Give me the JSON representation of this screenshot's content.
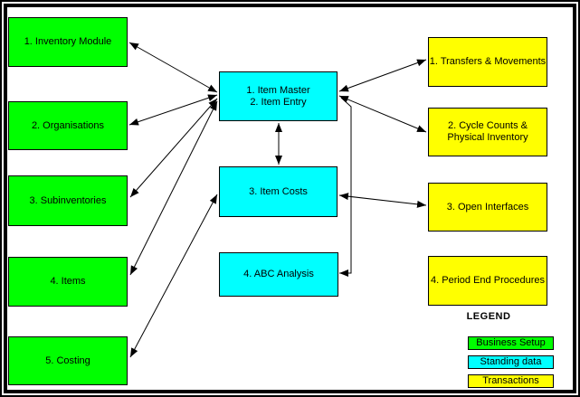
{
  "boxes": {
    "left": [
      {
        "label": "1. Inventory Module"
      },
      {
        "label": "2. Organisations"
      },
      {
        "label": "3. Subinventories"
      },
      {
        "label": "4. Items"
      },
      {
        "label": "5. Costing"
      }
    ],
    "middle": [
      {
        "line1": "1. Item Master",
        "line2": "2. Item Entry"
      },
      {
        "label": "3. Item Costs"
      },
      {
        "label": "4. ABC Analysis"
      }
    ],
    "right": [
      {
        "label": "1. Transfers & Movements"
      },
      {
        "line1": "2. Cycle Counts &",
        "line2": "Physical Inventory"
      },
      {
        "label": "3. Open Interfaces"
      },
      {
        "label": "4. Period End Procedures"
      }
    ]
  },
  "legend": {
    "title": "LEGEND",
    "items": [
      {
        "label": "Business Setup",
        "color": "#00ff00"
      },
      {
        "label": "Standing data",
        "color": "#00ffff"
      },
      {
        "label": "Transactions",
        "color": "#ffff00"
      }
    ]
  },
  "colors": {
    "business_setup": "#00ff00",
    "standing_data": "#00ffff",
    "transactions": "#ffff00",
    "line": "#000000",
    "background": "#ffffff"
  },
  "connections": [
    {
      "from": "1. Inventory Module",
      "to": "1. Item Master / 2. Item Entry",
      "type": "bidirectional"
    },
    {
      "from": "2. Organisations",
      "to": "1. Item Master / 2. Item Entry",
      "type": "bidirectional"
    },
    {
      "from": "3. Subinventories",
      "to": "1. Item Master / 2. Item Entry",
      "type": "bidirectional"
    },
    {
      "from": "4. Items",
      "to": "1. Item Master / 2. Item Entry",
      "type": "bidirectional"
    },
    {
      "from": "5. Costing",
      "to": "3. Item Costs",
      "type": "bidirectional"
    },
    {
      "from": "1. Item Master / 2. Item Entry",
      "to": "3. Item Costs",
      "type": "bidirectional"
    },
    {
      "from": "1. Item Master / 2. Item Entry",
      "to": "1. Transfers & Movements",
      "type": "bidirectional"
    },
    {
      "from": "1. Item Master / 2. Item Entry",
      "to": "2. Cycle Counts & Physical Inventory",
      "type": "bidirectional"
    },
    {
      "from": "3. Item Costs",
      "to": "3. Open Interfaces",
      "type": "bidirectional"
    },
    {
      "from": "1. Item Master / 2. Item Entry",
      "to": "4. ABC Analysis",
      "type": "directed"
    }
  ]
}
